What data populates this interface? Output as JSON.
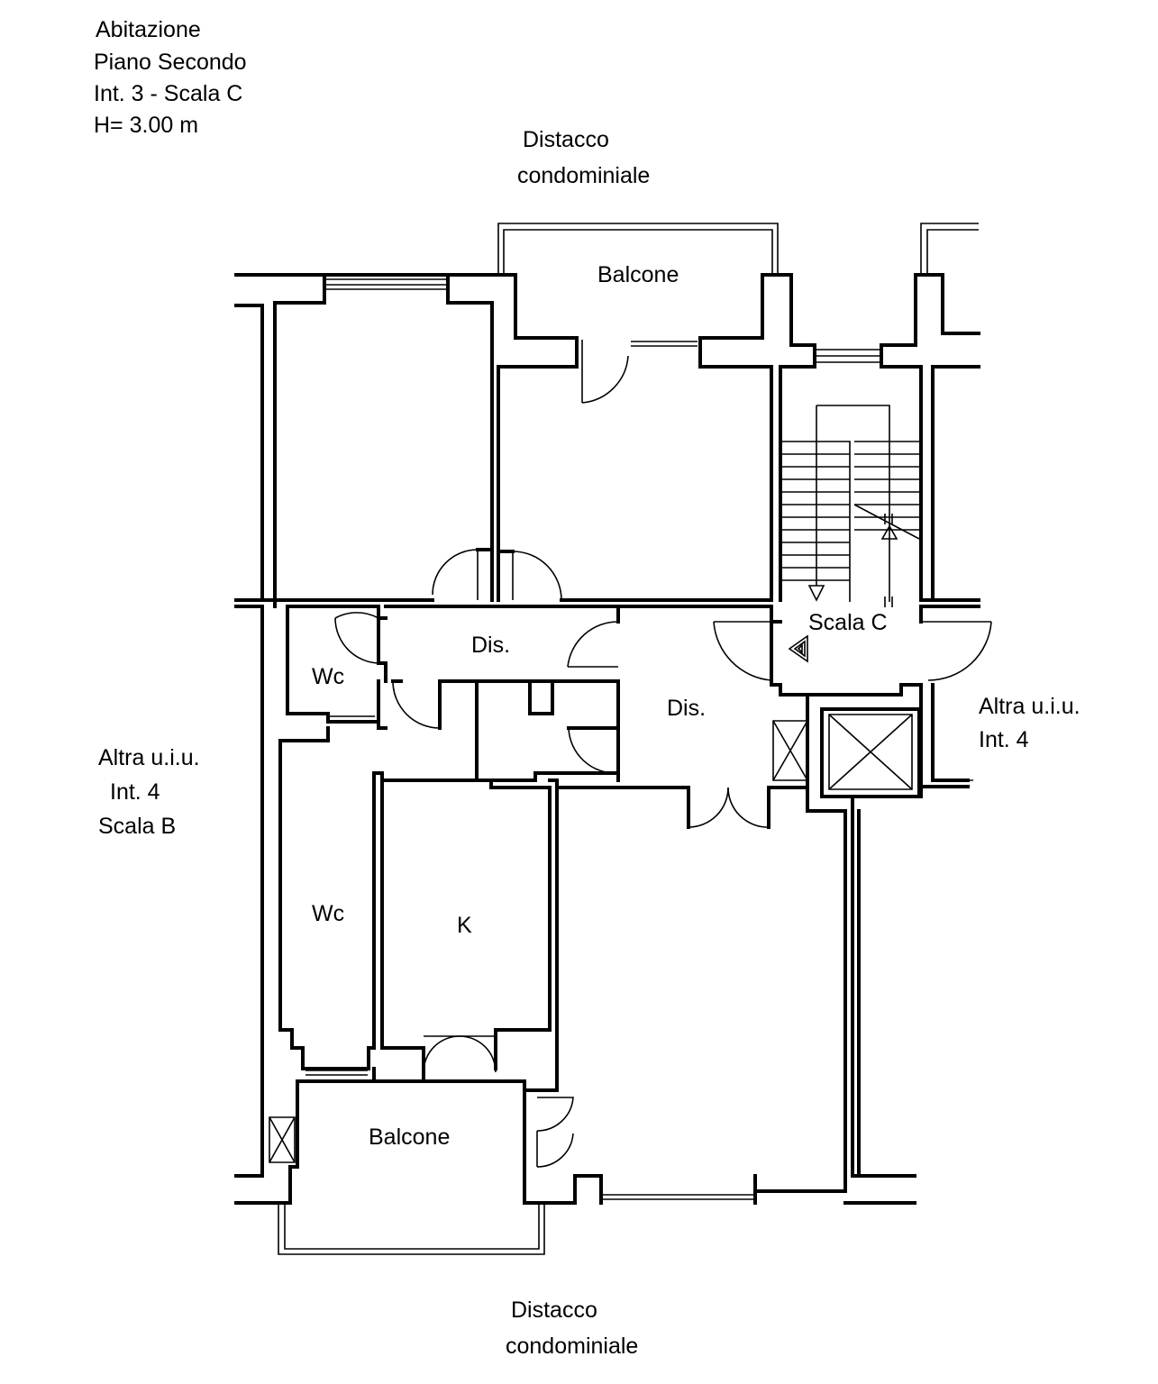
{
  "header": {
    "line1": "Abitazione",
    "line2": "Piano Secondo",
    "line3": "Int. 3 - Scala C",
    "line4": "H= 3.00 m"
  },
  "boundaries": {
    "top_line1": "Distacco",
    "top_line2": "condominiale",
    "bottom_line1": "Distacco",
    "bottom_line2": "condominiale"
  },
  "neighbors": {
    "left_line1": "Altra u.i.u.",
    "left_line2": "Int. 4",
    "left_line3": "Scala B",
    "right_line1": "Altra u.i.u.",
    "right_line2": "Int. 4"
  },
  "rooms": {
    "balcone_top": "Balcone",
    "dis_1": "Dis.",
    "dis_2": "Dis.",
    "wc_1": "Wc",
    "wc_2": "Wc",
    "kitchen": "K",
    "balcone_bottom": "Balcone",
    "stair": "Scala C"
  }
}
